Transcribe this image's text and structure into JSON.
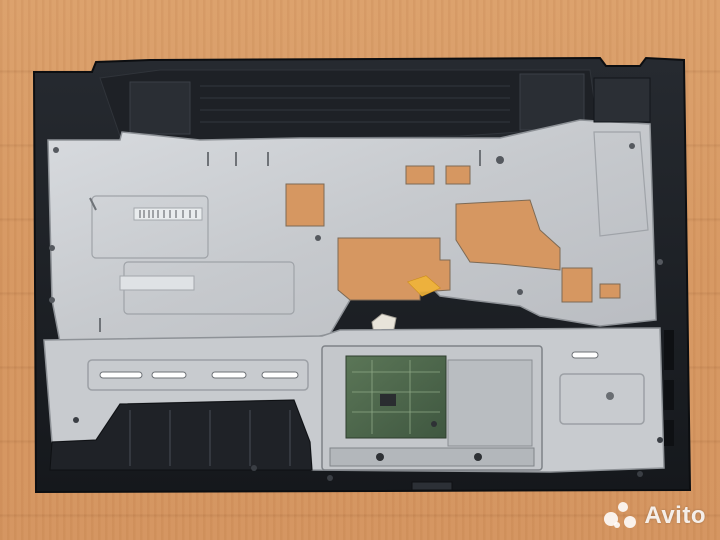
{
  "scene": {
    "subject": "laptop-palmrest-top-case",
    "background": "wooden-surface",
    "colors": {
      "wood": "#d69761",
      "plastic": "#1c1f24",
      "metal_plate": "#c9ccd0",
      "touchpad_pcb": "#4f6a4d",
      "tape": "#f0b43a"
    }
  },
  "watermark": {
    "text": "Avito",
    "icon": "avito-dots-icon"
  }
}
